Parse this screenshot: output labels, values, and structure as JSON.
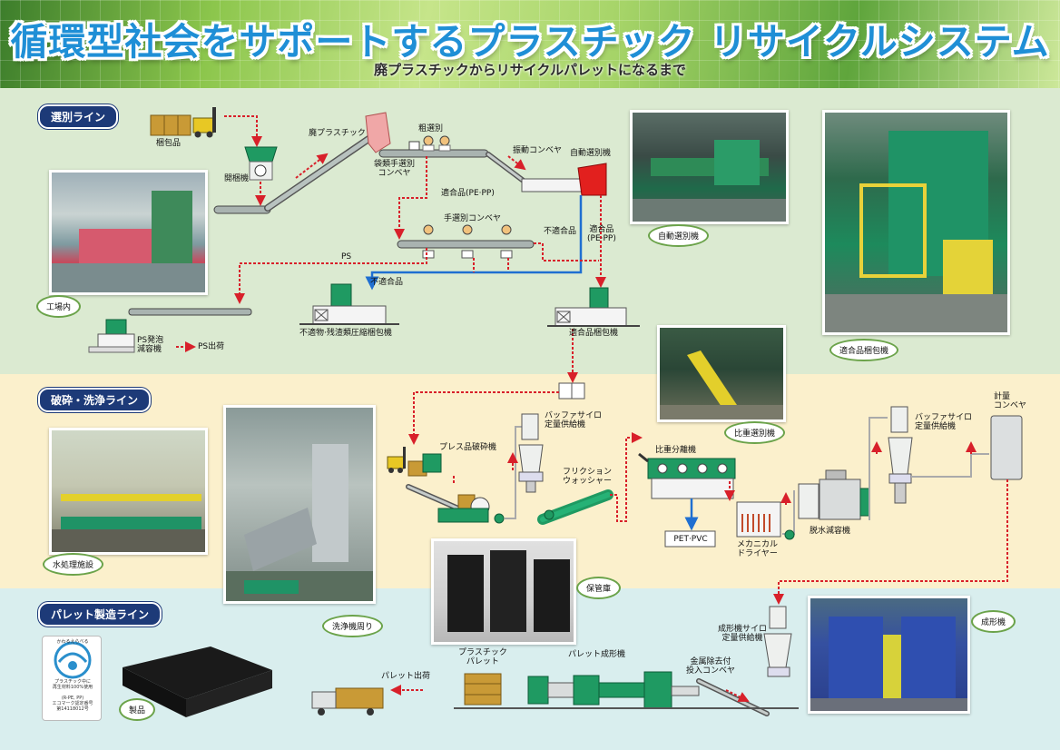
{
  "header": {
    "title": "循環型社会をサポートするプラスチック リサイクルシステム",
    "subtitle": "廃プラスチックからリサイクルパレットになるまで"
  },
  "sections": {
    "sorting": "選別ライン",
    "crushing": "破砕・洗浄ライン",
    "pallet": "パレット製造ライン"
  },
  "sorting_labels": {
    "bales": "梱包品",
    "opener": "開梱機",
    "waste_plastic": "廃プラスチック",
    "bag_sort_conveyor": "袋類手選別\nコンベヤ",
    "rough_sort": "粗選別",
    "vibrating_conveyor": "振動コンベヤ",
    "auto_sorter": "自動選別機",
    "compliant_pe_pp_1": "適合品(PE·PP)",
    "hand_sort_conveyor": "手選別コンベヤ",
    "noncompliant_1": "不適合品",
    "compliant_pe_pp_2": "適合品\n(PE·PP)",
    "ps": "PS",
    "noncompliant_2": "不適合品",
    "residue_baler": "不適物·残渣類圧縮梱包機",
    "compliant_baler": "適合品梱包機",
    "ps_volume_reducer": "PS発泡\n減容機",
    "ps_shipping": "PS出荷"
  },
  "crushing_labels": {
    "press_crusher": "プレス品破砕機",
    "buffer_silo_1": "バッファサイロ\n定量供給機",
    "friction_washer": "フリクション\nウォッシャー",
    "gravity_separator": "比重分離機",
    "pet_pvc": "PET·PVC",
    "mechanical_dryer": "メカニカル\nドライヤー",
    "dewatering_reducer": "脱水減容機",
    "buffer_silo_2": "バッファサイロ\n定量供給機",
    "weighing_conveyor": "計量\nコンベヤ"
  },
  "pallet_labels": {
    "plastic_pallet": "プラスチック\nパレット",
    "pallet_molding_machine": "パレット成形機",
    "metal_removal_conveyor": "金属除去付\n投入コンベヤ",
    "molding_silo": "成形機サイロ\n定量供給機",
    "pallet_shipping": "パレット出荷"
  },
  "photo_captions": {
    "factory": "工場内",
    "auto_sorter": "自動選別機",
    "compliant_baler": "適合品梱包機",
    "gravity_sorter": "比重選別機",
    "water_treatment": "水処理施設",
    "washer_area": "洗浄機周り",
    "storage": "保管庫",
    "molding_machine": "成形機",
    "product": "製品"
  },
  "logo": {
    "top": "かわるえらべる",
    "middle": "プラスチック中に\n再生材料100%使用",
    "bottom": "(R-PE, PP)\nエコマーク認定番号\n第14118012号"
  },
  "colors": {
    "section_bg": "#1d3a78",
    "flow_red": "#d8202a",
    "flow_blue": "#1f6fd1",
    "machine_green": "#1f9a62",
    "band_sorting": "#dbead1",
    "band_crushing": "#fbf0cc",
    "band_pallet": "#d9eeee"
  }
}
